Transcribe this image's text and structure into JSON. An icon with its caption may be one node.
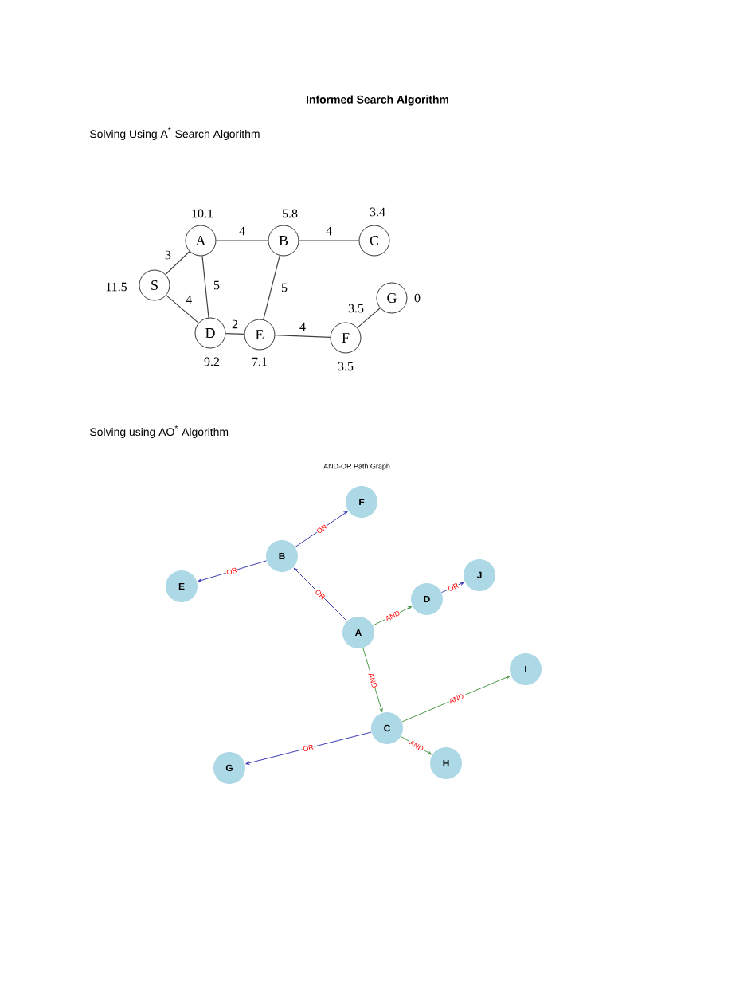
{
  "diagram": {
    "title": "Informed Search Algorithm",
    "nodes": [
      {
        "text": [
          "S"
        ],
        "beside": [
          "11.5"
        ]
      },
      {
        "text": [
          "A"
        ],
        "beside": [
          "10.1"
        ]
      },
      {
        "text": [
          "B"
        ],
        "beside": [
          "5.8"
        ]
      },
      {
        "text": [
          "C"
        ],
        "beside": [
          "3.4"
        ]
      },
      {
        "text": [
          "D"
        ],
        "beside": [
          "9.2"
        ]
      },
      {
        "text": [
          "E"
        ],
        "beside": [
          "7.1"
        ]
      },
      {
        "text": [
          "F"
        ],
        "beside": [
          "3.5"
        ]
      },
      {
        "text": [
          "G"
        ],
        "beside": [
          "0"
        ]
      },
      {
        "text": [
          "A"
        ]
      },
      {
        "text": [
          "B"
        ]
      },
      {
        "text": [
          "C"
        ]
      },
      {
        "text": [
          "D"
        ]
      },
      {
        "text": [
          "E"
        ]
      },
      {
        "text": [
          "F"
        ]
      },
      {
        "text": [
          "G"
        ]
      },
      {
        "text": [
          "H"
        ]
      },
      {
        "text": [
          "I"
        ]
      },
      {
        "text": [
          "J"
        ]
      }
    ],
    "edges": [
      {
        "from": 0,
        "to": 1,
        "arrow": "none",
        "label": "3"
      },
      {
        "from": 1,
        "to": 2,
        "arrow": "none",
        "label": "4"
      },
      {
        "from": 2,
        "to": 3,
        "arrow": "none",
        "label": "4"
      },
      {
        "from": 1,
        "to": 4,
        "arrow": "none",
        "label": "5"
      },
      {
        "from": 0,
        "to": 4,
        "arrow": "none",
        "label": "4"
      },
      {
        "from": 2,
        "to": 5,
        "arrow": "none",
        "label": "5"
      },
      {
        "from": 4,
        "to": 5,
        "arrow": "none",
        "label": "2"
      },
      {
        "from": 5,
        "to": 6,
        "arrow": "none",
        "label": "4"
      },
      {
        "from": 6,
        "to": 7,
        "arrow": "none",
        "label": "3.5"
      },
      {
        "from": 8,
        "to": 9,
        "arrow": "to",
        "label": "OR",
        "color": "#3c3cb4"
      },
      {
        "from": 9,
        "to": 13,
        "arrow": "to",
        "label": "OR",
        "color": "#3c3cb4"
      },
      {
        "from": 9,
        "to": 12,
        "arrow": "to",
        "label": "OR",
        "color": "#3c3cb4"
      },
      {
        "from": 8,
        "to": 11,
        "arrow": "to",
        "label": "AND",
        "color": "#4a9a4a"
      },
      {
        "from": 11,
        "to": 17,
        "arrow": "to",
        "label": "OR",
        "color": "#3c3cb4"
      },
      {
        "from": 8,
        "to": 10,
        "arrow": "to",
        "label": "AND",
        "color": "#4a9a4a"
      },
      {
        "from": 10,
        "to": 16,
        "arrow": "to",
        "label": "AND",
        "color": "#4a9a4a"
      },
      {
        "from": 10,
        "to": 14,
        "arrow": "to",
        "label": "OR",
        "color": "#3c3cb4"
      },
      {
        "from": 10,
        "to": 15,
        "arrow": "to",
        "label": "AND",
        "color": "#4a9a4a"
      }
    ],
    "labels": [
      "Solving Using A$^{*}$ Search Algorithm",
      "Solving using AO$^{*}$ Algorithm",
      "AND-OR Path Graph"
    ]
  }
}
